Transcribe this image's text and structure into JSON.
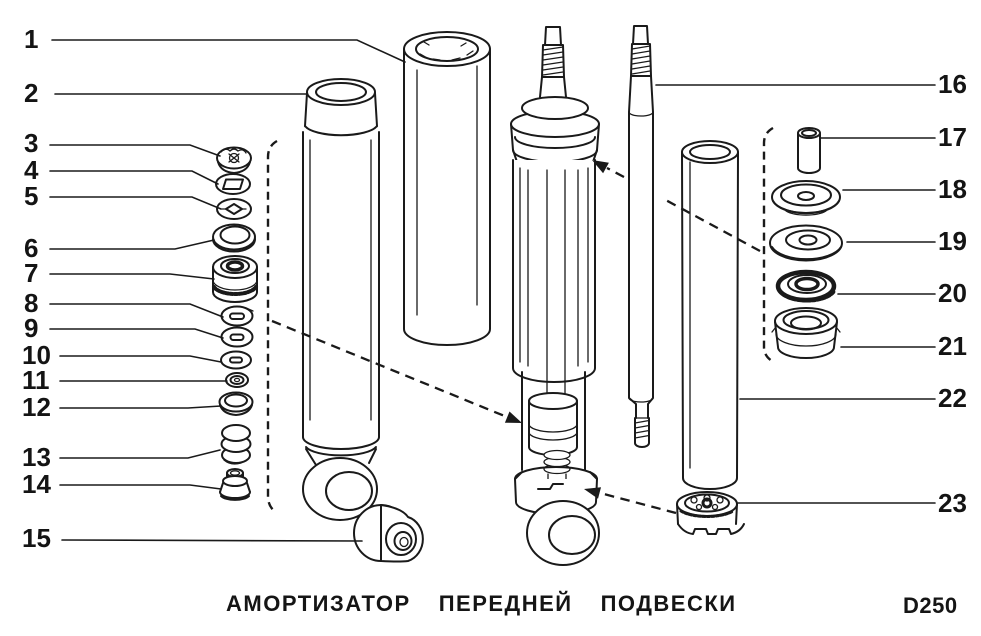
{
  "figure": {
    "type": "exploded-parts-diagram",
    "caption": "АМОРТИЗАТОР ПЕРЕДНЕЙ ПОДВЕСКИ",
    "caption_words": [
      "АМОРТИЗАТОР",
      "ПЕРЕДНЕЙ",
      "ПОДВЕСКИ"
    ],
    "drawing_code": "D250"
  },
  "colors": {
    "ink": "#1a1a1a",
    "paper": "#ffffff"
  },
  "part_labels": [
    "1",
    "2",
    "3",
    "4",
    "5",
    "6",
    "7",
    "8",
    "9",
    "10",
    "11",
    "12",
    "13",
    "14",
    "15",
    "16",
    "17",
    "18",
    "19",
    "20",
    "21",
    "22",
    "23"
  ]
}
